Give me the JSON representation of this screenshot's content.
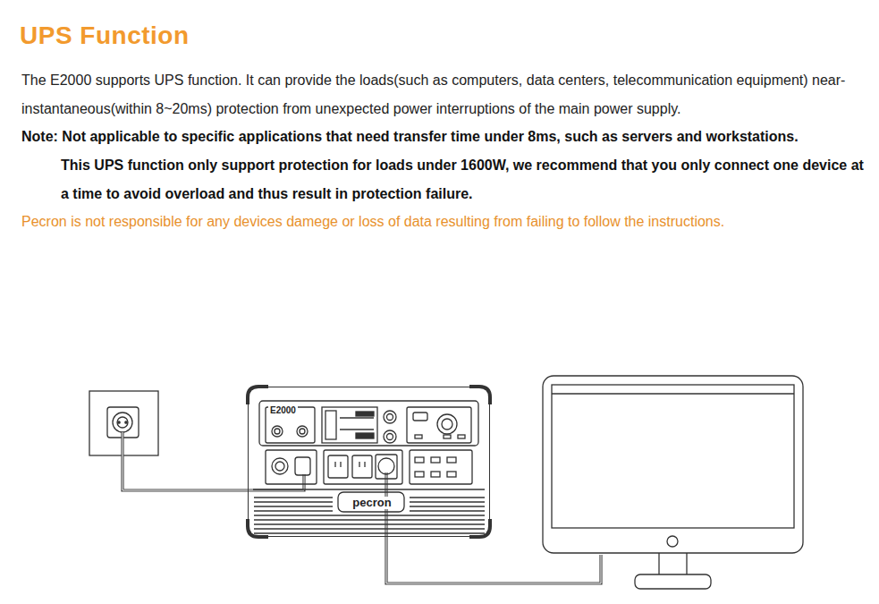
{
  "diagram": {
    "title": "UPS Function",
    "nodes": [
      {
        "text": [
          "E2000",
          "pecron"
        ]
      }
    ],
    "labels": [
      "The E2000 supports UPS function. It can provide the loads(such as computers, data centers, telecommunication equipment) near-instantaneous(within 8~20ms) protection from unexpected power interruptions of the main power supply.",
      "Note: Not applicable to specific applications that need transfer time under 8ms, such as servers and workstations.",
      "This UPS function only support protection for loads under 1600W, we recommend that you only connect one device at a time to avoid overload and thus result in protection failure.",
      "Pecron is not responsible for any devices damege or loss of data resulting from failing to follow the instructions."
    ]
  }
}
